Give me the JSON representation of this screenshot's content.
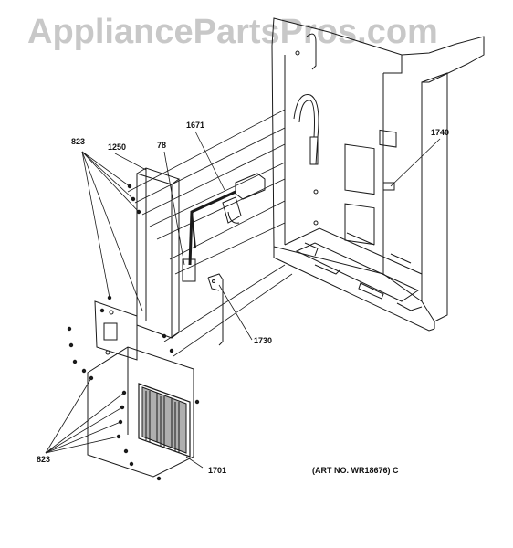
{
  "watermark": "AppliancePartsPros.com",
  "callouts": {
    "c823_top": "823",
    "c1250": "1250",
    "c78": "78",
    "c1671": "1671",
    "c1740": "1740",
    "c1730": "1730",
    "c823_bottom": "823",
    "c1701": "1701"
  },
  "art_number": "(ART NO. WR18676) C",
  "colors": {
    "line": "#1a1a1a",
    "watermark": "#c8c8c8"
  }
}
